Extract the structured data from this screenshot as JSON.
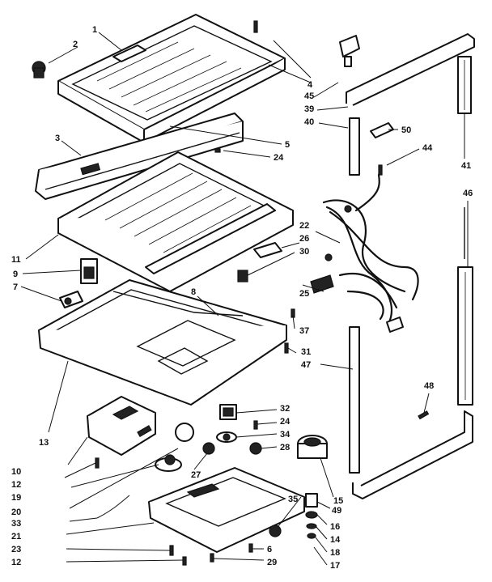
{
  "labels": {
    "l1": "1",
    "l2": "2",
    "l3": "3",
    "l4": "4",
    "l45": "45",
    "l39": "39",
    "l40": "40",
    "l50": "50",
    "l44": "44",
    "l5": "5",
    "l24a": "24",
    "l41": "41",
    "l46": "46",
    "l22": "22",
    "l26": "26",
    "l30": "30",
    "l11": "11",
    "l9": "9",
    "l7": "7",
    "l8": "8",
    "l25": "25",
    "l37": "37",
    "l31": "31",
    "l47": "47",
    "l13": "13",
    "l48": "48",
    "l32": "32",
    "l24b": "24",
    "l34": "34",
    "l28": "28",
    "l10": "10",
    "l12a": "12",
    "l19": "19",
    "l27": "27",
    "l20": "20",
    "l15": "15",
    "l33": "33",
    "l49": "49",
    "l35": "35",
    "l16": "16",
    "l21": "21",
    "l14": "14",
    "l6": "6",
    "l23": "23",
    "l18": "18",
    "l12b": "12",
    "l29": "29",
    "l17": "17"
  }
}
